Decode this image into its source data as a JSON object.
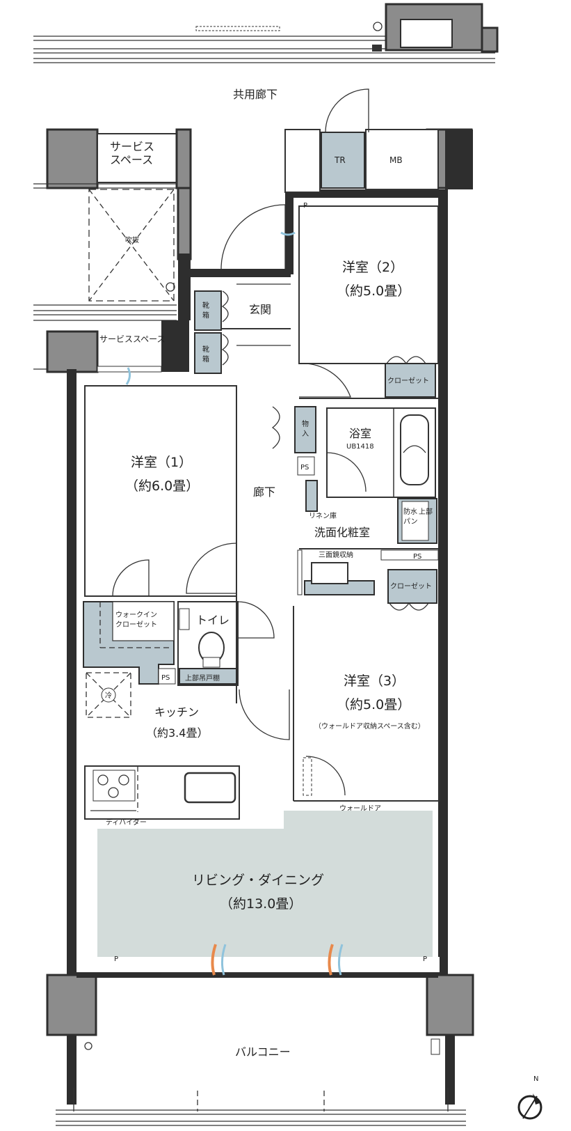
{
  "labels": {
    "corridor_common": "共用廊下",
    "service_space_top": "サービス\nスペース",
    "void": "吹抜",
    "service_space_2": "サービススペース",
    "tr": "TR",
    "mb": "MB",
    "shoe_box": "靴\n箱",
    "genkan": "玄関",
    "room2_name": "洋室（2）",
    "room2_size": "（約5.0畳）",
    "closet": "クローゼット",
    "storage": "物\n入",
    "bath_name": "浴室",
    "bath_type": "UB1418",
    "ps": "PS",
    "room1_name": "洋室（1）",
    "room1_size": "（約6.0畳）",
    "hallway": "廊下",
    "linen": "リネン庫",
    "washroom": "洗面化粧室",
    "waterproof_pan": "防水パン",
    "upper_shelf_vertical": "上部吊戸棚",
    "triple_mirror": "三面鏡収納",
    "walkin_closet": "ウォークイン\nクローゼット",
    "toilet": "トイレ",
    "upper_shelf": "上部吊戸棚",
    "room3_name": "洋室（3）",
    "room3_size": "（約5.0畳）",
    "room3_note": "（ウォールドア収納スペース含む）",
    "kitchen_name": "キッチン",
    "kitchen_size": "（約3.4畳）",
    "refrigerator": "冷",
    "divider": "ディバイダー",
    "wall_door": "ウォールドア",
    "ld_name": "リビング・ダイニング",
    "ld_size": "（約13.0畳）",
    "p_mark": "P",
    "balcony": "バルコニー",
    "north": "N"
  },
  "colors": {
    "wall": "#2e2e2e",
    "column": "#8c8c8c",
    "storage_blue": "#b9c8cf",
    "living_fill": "#d3dcda",
    "airflow_blue": "#8fc3dc",
    "airflow_orange": "#e8894b"
  }
}
